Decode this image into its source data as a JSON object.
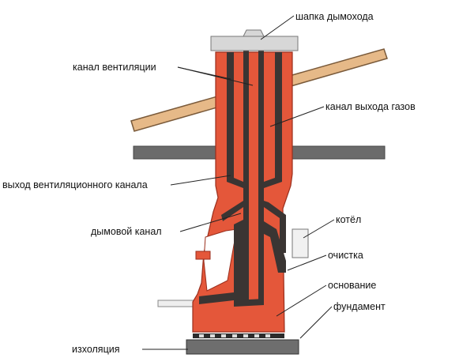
{
  "colors": {
    "brick": "#e4573a",
    "brick_dark": "#c9432a",
    "flue": "#3a3533",
    "cap": "#d7d7d7",
    "roof": "#e6b988",
    "beam": "#6b6b6b",
    "slab": "#6e6e6e",
    "boiler": "#f1f1f1",
    "insulation": "#2c2c2c"
  },
  "labels": {
    "cap": "шапка дымохода",
    "ventilation_channel": "канал вентиляции",
    "gas_outlet_channel": "канал выхода газов",
    "ventilation_exit": "выход вентиляционного канала",
    "smoke_channel": "дымовой канал",
    "boiler": "котёл",
    "cleaning": "очистка",
    "base": "основание",
    "foundation": "фундамент",
    "insulation": "изхоляция"
  }
}
